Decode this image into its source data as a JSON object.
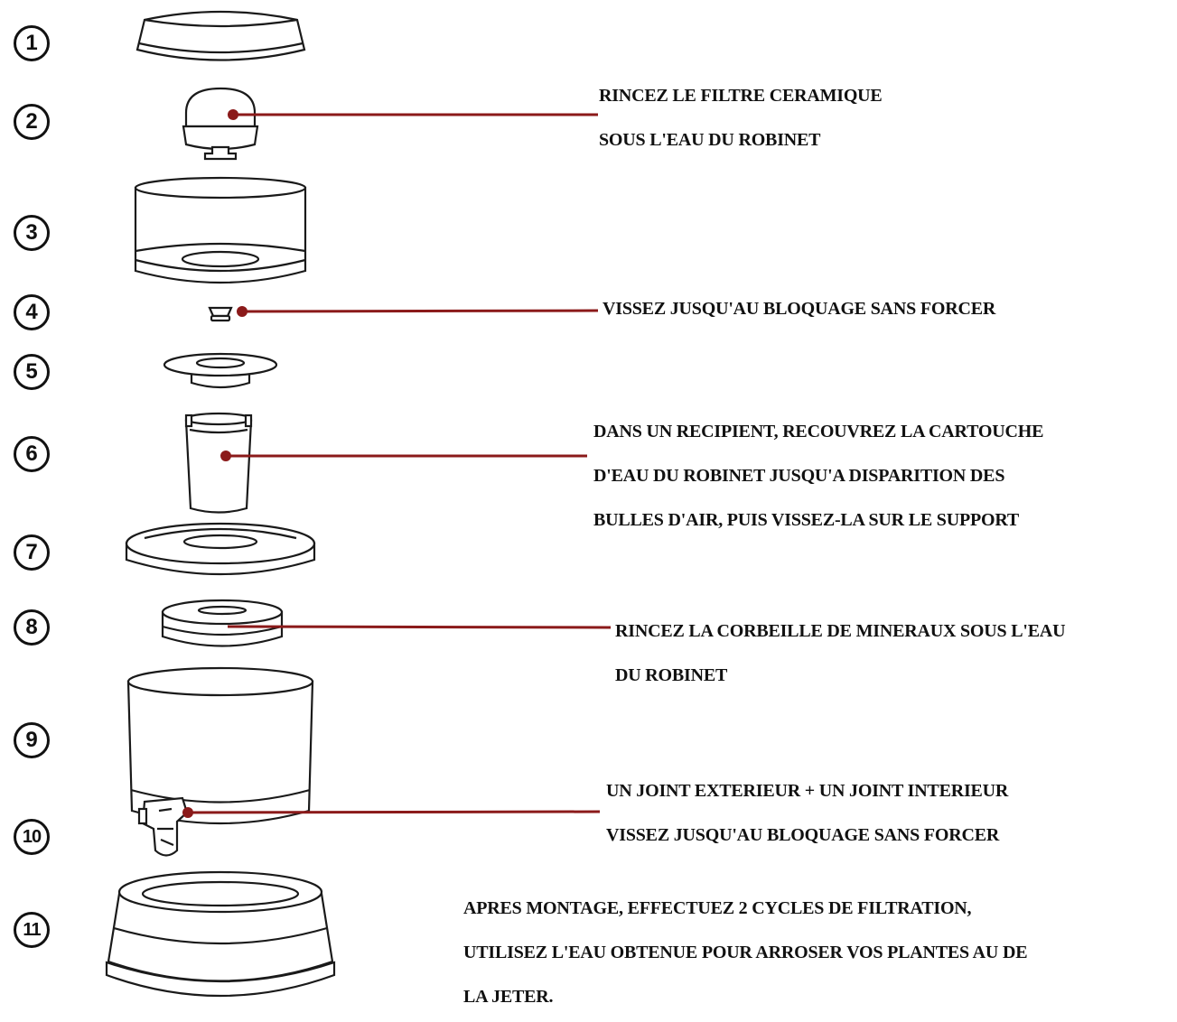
{
  "step_numbers": [
    "1",
    "2",
    "3",
    "4",
    "5",
    "6",
    "7",
    "8",
    "9",
    "10",
    "11"
  ],
  "notes": {
    "ceramic_filter": {
      "lines": [
        "RINCEZ LE FILTRE CERAMIQUE",
        "SOUS L'EAU DU ROBINET"
      ]
    },
    "screw": {
      "lines": [
        "VISSEZ JUSQU'AU BLOQUAGE SANS FORCER"
      ]
    },
    "cartridge": {
      "lines": [
        "DANS UN RECIPIENT, RECOUVREZ LA CARTOUCHE",
        "D'EAU DU ROBINET JUSQU'A DISPARITION DES",
        "BULLES D'AIR,  PUIS VISSEZ-LA SUR LE SUPPORT"
      ]
    },
    "mineral_basket": {
      "lines": [
        "RINCEZ LA CORBEILLE DE MINERAUX SOUS L'EAU",
        "DU ROBINET"
      ]
    },
    "tap": {
      "lines": [
        "UN JOINT EXTERIEUR + UN JOINT INTERIEUR",
        "VISSEZ JUSQU'AU BLOQUAGE SANS FORCER"
      ]
    },
    "after_assembly": {
      "lines": [
        "APRES MONTAGE, EFFECTUEZ 2 CYCLES DE FILTRATION,",
        "UTILISEZ L'EAU OBTENUE POUR ARROSER VOS PLANTES AU  DE",
        "LA JETER."
      ]
    }
  },
  "colors": {
    "leader_line": "#8b1a1a",
    "outline": "#1a1a1a",
    "text": "#111111"
  }
}
